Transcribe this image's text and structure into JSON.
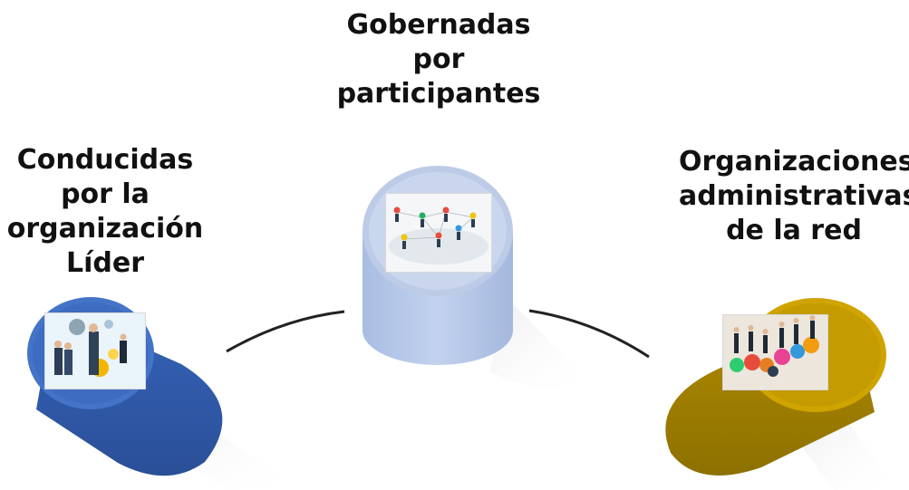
{
  "labels": {
    "left": "Conducidas\npor la\norganización\nLíder",
    "top": "Gobernadas\npor\nparticipantes",
    "right": "Organizaciones\nadministrativas\nde la red"
  },
  "colors": {
    "left_cylinder": "#3b6bc4",
    "left_cylinder_dark": "#2f57a3",
    "top_cylinder": "#b4c6e7",
    "top_cylinder_cap": "#cbd7ec",
    "right_cylinder": "#c9a000",
    "right_cylinder_dark": "#9a7b00",
    "connector": "#222222"
  },
  "icons": {
    "left": "business-people-gears-icon",
    "top": "global-network-people-icon",
    "right": "team-gears-icon"
  }
}
